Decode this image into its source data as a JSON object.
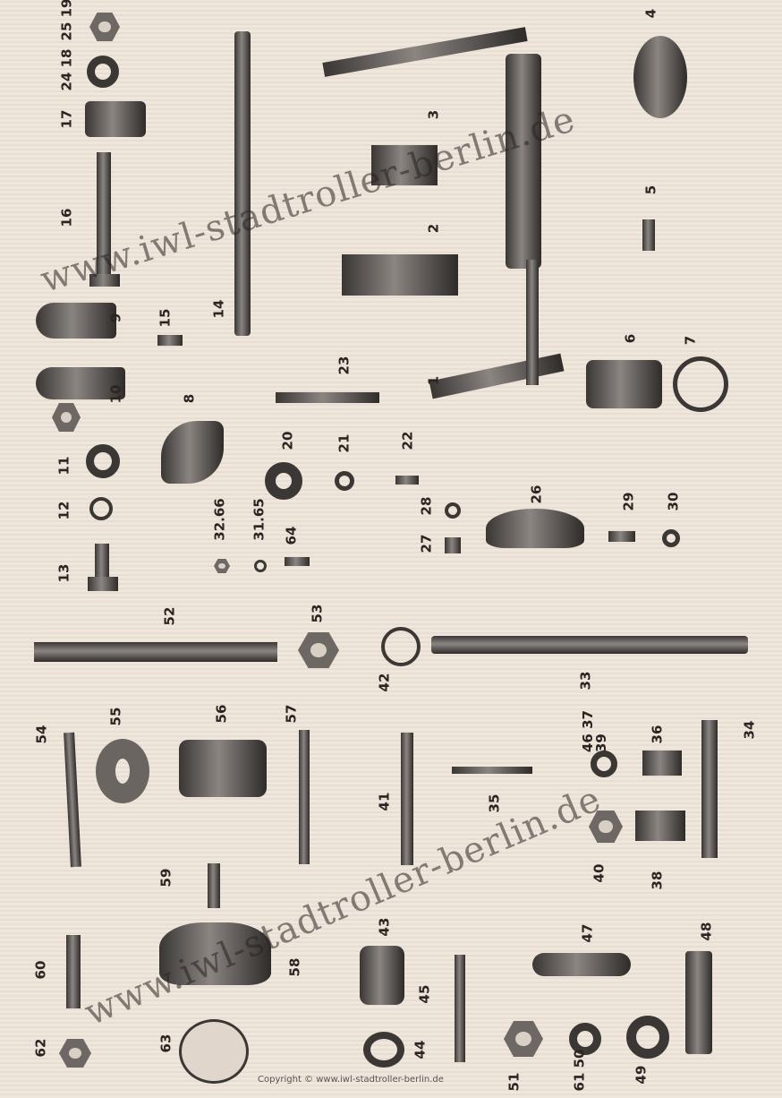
{
  "watermark": "www.iwl-stadtroller-berlin.de",
  "copyright": "Copyright © www.iwl-stadtroller-berlin.de",
  "labels": {
    "l25_19": "25 19",
    "l24_18": "24 18",
    "l17": "17",
    "l16": "16",
    "l9": "9",
    "l15": "15",
    "l14": "14",
    "l3": "3",
    "l2": "2",
    "l1": "1",
    "l5": "5",
    "l4": "4",
    "l6": "6",
    "l7": "7",
    "l10": "10",
    "l8": "8",
    "l23": "23",
    "l20": "20",
    "l21": "21",
    "l22": "22",
    "l11": "11",
    "l12": "12",
    "l13": "13",
    "l32_66": "32.66",
    "l31_65": "31.65",
    "l64": "64",
    "l28": "28",
    "l27": "27",
    "l26": "26",
    "l29": "29",
    "l30": "30",
    "l52": "52",
    "l53": "53",
    "l42": "42",
    "l33": "33",
    "l54": "54",
    "l55": "55",
    "l56": "56",
    "l57": "57",
    "l41": "41",
    "l35": "35",
    "l46_37_39": "46 37 39",
    "l36": "36",
    "l34": "34",
    "l40": "40",
    "l38": "38",
    "l59": "59",
    "l60": "60",
    "l58": "58",
    "l43": "43",
    "l45": "45",
    "l47": "47",
    "l48": "48",
    "l62": "62",
    "l63": "63",
    "l44": "44",
    "l51": "51",
    "l61_50": "61 50",
    "l49": "49"
  }
}
